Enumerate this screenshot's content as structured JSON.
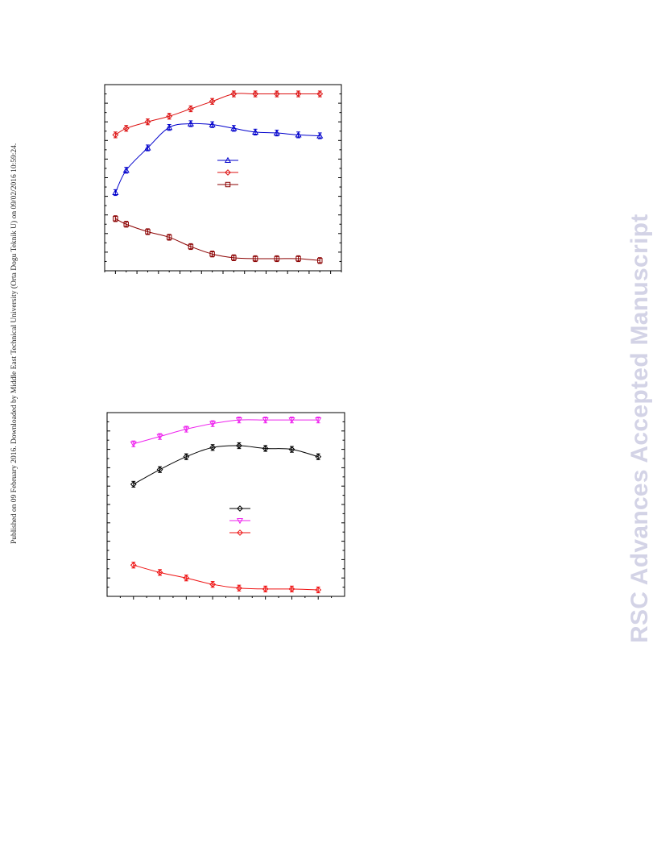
{
  "page": {
    "publication_note": "Published on 09 February 2016. Downloaded by Middle East Technical University (Orta Dogu Teknik U) on 09/02/2016 10:59:24.",
    "watermark": "RSC Advances Accepted Manuscript"
  },
  "chart_data": [
    {
      "type": "line",
      "title": "",
      "xlabel": "",
      "ylabel": "",
      "xlim": [
        0.5,
        11.5
      ],
      "ylim": [
        0,
        100
      ],
      "x": [
        1,
        1.5,
        2.5,
        3.5,
        4.5,
        5.5,
        6.5,
        7.5,
        8.5,
        9.5,
        10.5
      ],
      "error_bars": true,
      "legend": "center-right, no text",
      "series": [
        {
          "color": "#0000cc",
          "marker": "triangle-up",
          "values": [
            42,
            54,
            66,
            77,
            79,
            78.5,
            76.5,
            74.5,
            74,
            73,
            72.5
          ]
        },
        {
          "color": "#dd1111",
          "marker": "diamond",
          "values": [
            73,
            76.5,
            80,
            83,
            87,
            91,
            95,
            95,
            95,
            95,
            95
          ]
        },
        {
          "color": "#8b0000",
          "marker": "square",
          "values": [
            28,
            25,
            21,
            18,
            13,
            9,
            7,
            6.5,
            6.5,
            6.5,
            5.5
          ]
        }
      ]
    },
    {
      "type": "line",
      "title": "",
      "xlabel": "",
      "ylabel": "",
      "xlim": [
        0,
        9
      ],
      "ylim": [
        0,
        100
      ],
      "x": [
        1,
        2,
        3,
        4,
        5,
        6,
        7,
        8
      ],
      "error_bars": true,
      "legend": "center-right, no text",
      "series": [
        {
          "color": "#000000",
          "marker": "diamond",
          "values": [
            61,
            69,
            76,
            81,
            82,
            80.5,
            80,
            76
          ]
        },
        {
          "color": "#ee22ee",
          "marker": "triangle-down",
          "values": [
            83,
            87,
            91,
            94,
            96,
            96,
            96,
            96
          ]
        },
        {
          "color": "#ee1111",
          "marker": "diamond",
          "values": [
            17,
            13,
            10,
            6.5,
            4.5,
            4,
            4,
            3.5
          ]
        }
      ]
    }
  ]
}
